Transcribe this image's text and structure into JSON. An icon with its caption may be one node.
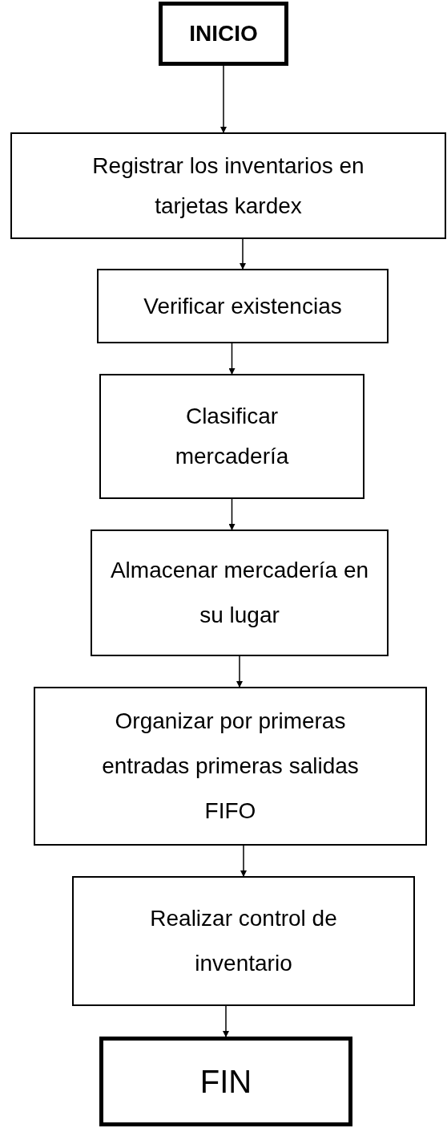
{
  "diagram": {
    "nodes": [
      {
        "text": [
          "INICIO"
        ]
      },
      {
        "text": [
          "Registrar los inventarios en tarjetas kardex"
        ]
      },
      {
        "text": [
          "Verificar existencias"
        ]
      },
      {
        "text": [
          "Clasificar mercadería"
        ]
      },
      {
        "text": [
          "Almacenar mercadería en su lugar"
        ]
      },
      {
        "text": [
          "Organizar por primeras entradas primeras salidas FIFO"
        ]
      },
      {
        "text": [
          "Realizar control de inventario"
        ]
      },
      {
        "text": [
          "FIN"
        ]
      }
    ],
    "edges": [
      {
        "from": 0,
        "to": 1,
        "arrow": "to"
      },
      {
        "from": 1,
        "to": 2,
        "arrow": "to"
      },
      {
        "from": 2,
        "to": 3,
        "arrow": "to"
      },
      {
        "from": 3,
        "to": 4,
        "arrow": "to"
      },
      {
        "from": 4,
        "to": 5,
        "arrow": "to"
      },
      {
        "from": 5,
        "to": 6,
        "arrow": "to"
      },
      {
        "from": 6,
        "to": 7,
        "arrow": "to"
      }
    ]
  }
}
